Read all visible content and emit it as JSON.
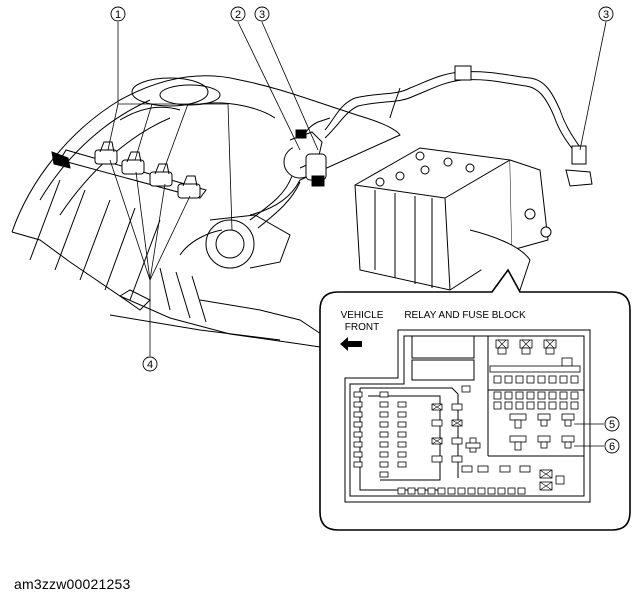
{
  "callouts": {
    "c1": "1",
    "c2": "2",
    "c3a": "3",
    "c3b": "3",
    "c4": "4",
    "c5": "5",
    "c6": "6"
  },
  "inset": {
    "vehicle_line1": "VEHICLE",
    "vehicle_line2": "FRONT",
    "title": "RELAY AND FUSE BLOCK",
    "arrow_icon": "left-arrow-icon"
  },
  "figure_id": "am3zzw00021253"
}
